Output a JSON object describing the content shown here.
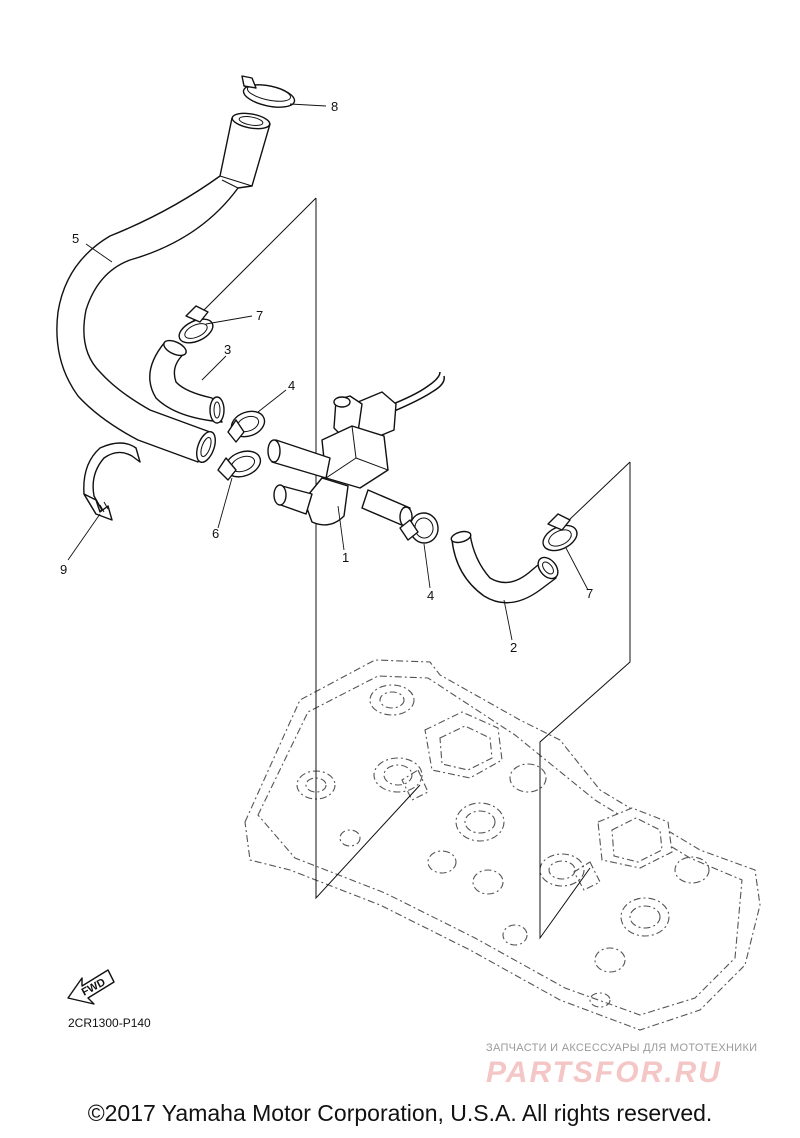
{
  "callouts": [
    {
      "id": "1",
      "label": "1"
    },
    {
      "id": "2",
      "label": "2"
    },
    {
      "id": "3",
      "label": "3"
    },
    {
      "id": "4a",
      "label": "4"
    },
    {
      "id": "4b",
      "label": "4"
    },
    {
      "id": "5",
      "label": "5"
    },
    {
      "id": "6",
      "label": "6"
    },
    {
      "id": "7a",
      "label": "7"
    },
    {
      "id": "7b",
      "label": "7"
    },
    {
      "id": "8",
      "label": "8"
    },
    {
      "id": "9",
      "label": "9"
    }
  ],
  "fwd_label": "FWD",
  "diagram_code": "2CR1300-P140",
  "watermark": {
    "tagline": "ЗАПЧАСТИ И АКСЕССУАРЫ ДЛЯ МОТОТЕХНИКИ",
    "logo": "PARTSFOR.RU",
    "color": "#e89a9a"
  },
  "copyright": "©2017 Yamaha Motor Corporation, U.S.A. All rights reserved.",
  "icons": {
    "fwd": "fwd-arrow-icon"
  }
}
